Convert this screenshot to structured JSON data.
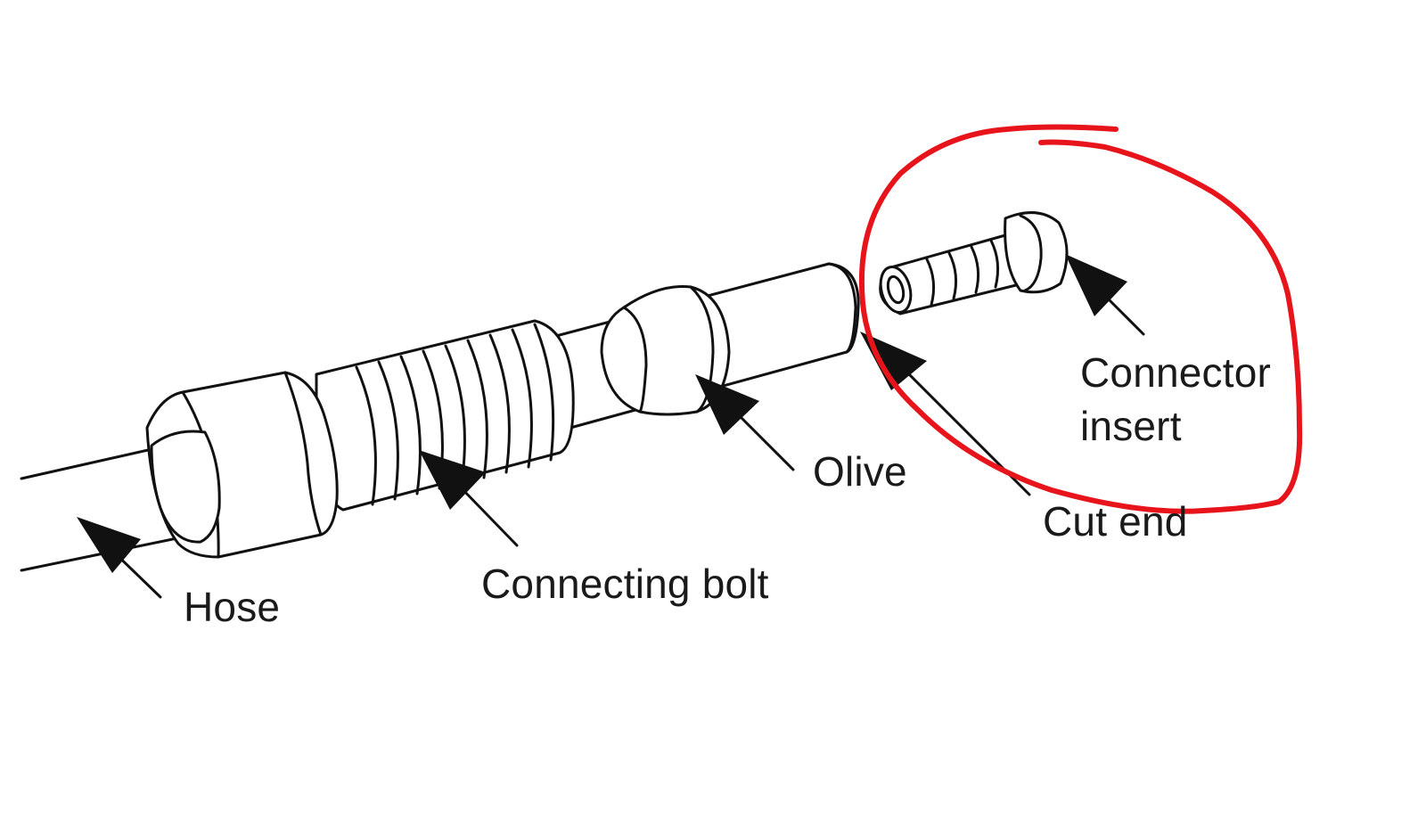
{
  "diagram": {
    "labels": {
      "hose": "Hose",
      "connecting_bolt": "Connecting bolt",
      "olive": "Olive",
      "cut_end": "Cut end",
      "connector_insert_line1": "Connector",
      "connector_insert_line2": "insert"
    },
    "colors": {
      "line": "#111111",
      "fill": "#ffffff",
      "highlight": "#e8141c"
    }
  }
}
